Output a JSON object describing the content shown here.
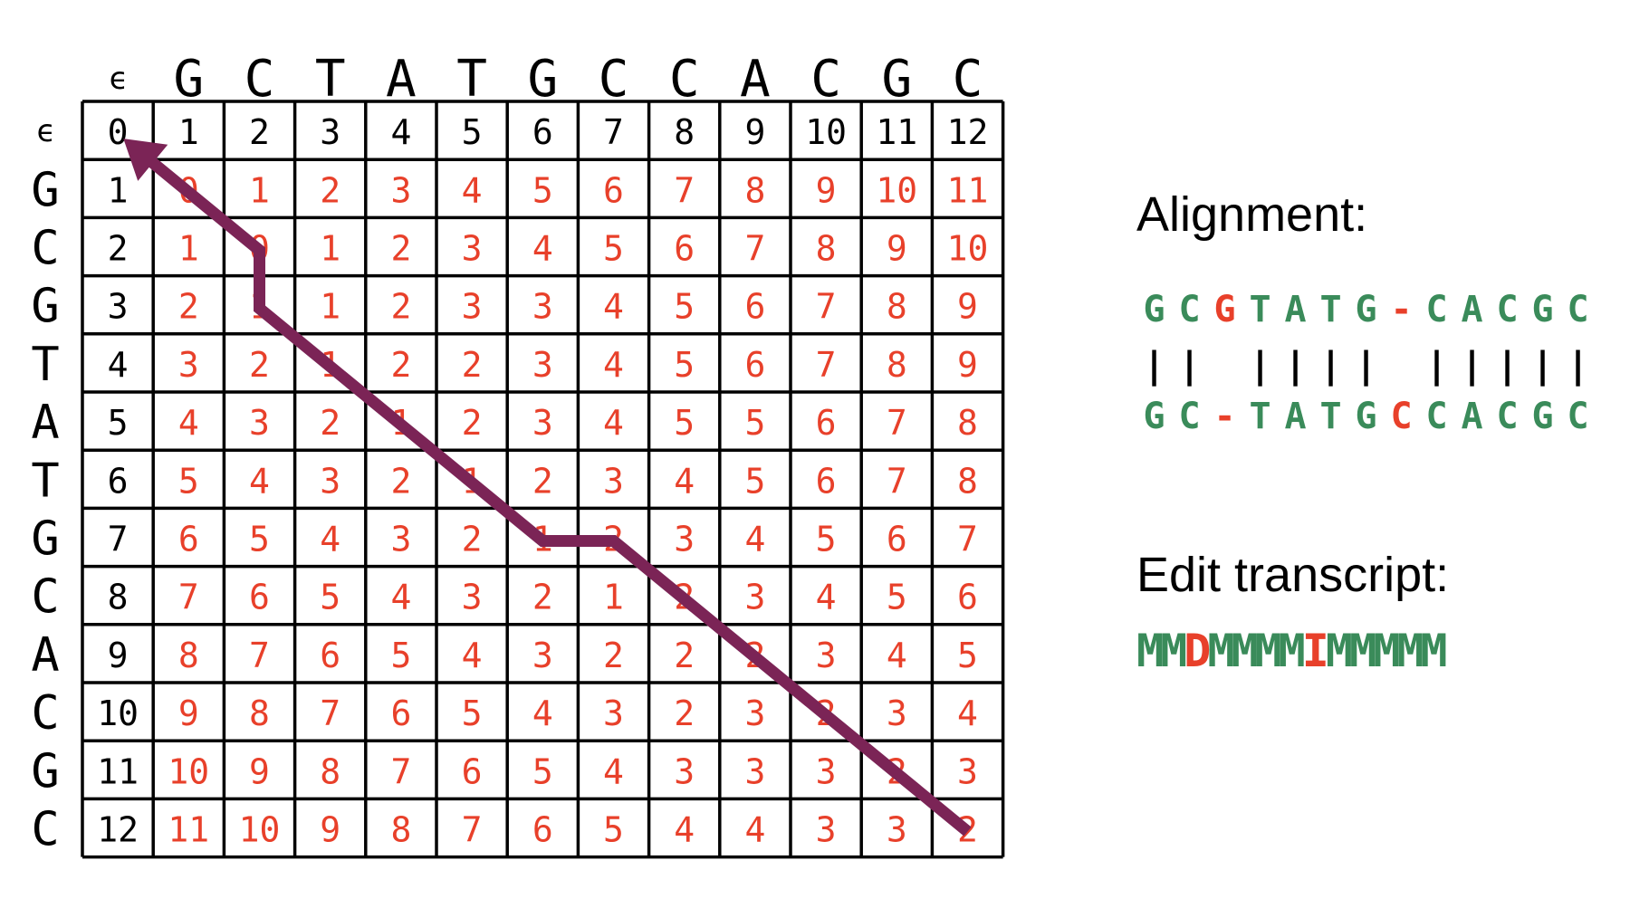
{
  "colors": {
    "grid": "#000000",
    "border_value": "#000000",
    "inner_value": "#e8402a",
    "path": "#7b2456",
    "match": "#3a8b5a",
    "mismatch": "#e8402a"
  },
  "matrix": {
    "epsilon_label": "ϵ",
    "col_chars": [
      "G",
      "C",
      "T",
      "A",
      "T",
      "G",
      "C",
      "C",
      "A",
      "C",
      "G",
      "C"
    ],
    "row_chars": [
      "G",
      "C",
      "G",
      "T",
      "A",
      "T",
      "G",
      "C",
      "A",
      "C",
      "G",
      "C"
    ],
    "values": [
      [
        0,
        1,
        2,
        3,
        4,
        5,
        6,
        7,
        8,
        9,
        10,
        11,
        12
      ],
      [
        1,
        0,
        1,
        2,
        3,
        4,
        5,
        6,
        7,
        8,
        9,
        10,
        11
      ],
      [
        2,
        1,
        0,
        1,
        2,
        3,
        4,
        5,
        6,
        7,
        8,
        9,
        10
      ],
      [
        3,
        2,
        1,
        1,
        2,
        3,
        3,
        4,
        5,
        6,
        7,
        8,
        9
      ],
      [
        4,
        3,
        2,
        1,
        2,
        2,
        3,
        4,
        5,
        6,
        7,
        8,
        9
      ],
      [
        5,
        4,
        3,
        2,
        1,
        2,
        3,
        4,
        5,
        5,
        6,
        7,
        8
      ],
      [
        6,
        5,
        4,
        3,
        2,
        1,
        2,
        3,
        4,
        5,
        6,
        7,
        8
      ],
      [
        7,
        6,
        5,
        4,
        3,
        2,
        1,
        2,
        3,
        4,
        5,
        6,
        7
      ],
      [
        8,
        7,
        6,
        5,
        4,
        3,
        2,
        1,
        2,
        3,
        4,
        5,
        6
      ],
      [
        9,
        8,
        7,
        6,
        5,
        4,
        3,
        2,
        2,
        2,
        3,
        4,
        5
      ],
      [
        10,
        9,
        8,
        7,
        6,
        5,
        4,
        3,
        2,
        3,
        2,
        3,
        4
      ],
      [
        11,
        10,
        9,
        8,
        7,
        6,
        5,
        4,
        3,
        3,
        3,
        2,
        3
      ],
      [
        12,
        11,
        10,
        9,
        8,
        7,
        6,
        5,
        4,
        4,
        3,
        3,
        2
      ]
    ],
    "traceback_path": [
      [
        12,
        12
      ],
      [
        11,
        11
      ],
      [
        10,
        10
      ],
      [
        9,
        9
      ],
      [
        8,
        8
      ],
      [
        7,
        7
      ],
      [
        7,
        6
      ],
      [
        6,
        5
      ],
      [
        5,
        4
      ],
      [
        4,
        3
      ],
      [
        3,
        2
      ],
      [
        2,
        2
      ],
      [
        1,
        1
      ],
      [
        0,
        0
      ]
    ]
  },
  "alignment": {
    "title": "Alignment:",
    "top": [
      {
        "c": "G",
        "k": "match"
      },
      {
        "c": "C",
        "k": "match"
      },
      {
        "c": "G",
        "k": "mismatch"
      },
      {
        "c": "T",
        "k": "match"
      },
      {
        "c": "A",
        "k": "match"
      },
      {
        "c": "T",
        "k": "match"
      },
      {
        "c": "G",
        "k": "match"
      },
      {
        "c": "-",
        "k": "mismatch"
      },
      {
        "c": "C",
        "k": "match"
      },
      {
        "c": "A",
        "k": "match"
      },
      {
        "c": "C",
        "k": "match"
      },
      {
        "c": "G",
        "k": "match"
      },
      {
        "c": "C",
        "k": "match"
      }
    ],
    "bars": [
      "|",
      "|",
      " ",
      "|",
      "|",
      "|",
      "|",
      " ",
      "|",
      "|",
      "|",
      "|",
      "|"
    ],
    "bottom": [
      {
        "c": "G",
        "k": "match"
      },
      {
        "c": "C",
        "k": "match"
      },
      {
        "c": "-",
        "k": "mismatch"
      },
      {
        "c": "T",
        "k": "match"
      },
      {
        "c": "A",
        "k": "match"
      },
      {
        "c": "T",
        "k": "match"
      },
      {
        "c": "G",
        "k": "match"
      },
      {
        "c": "C",
        "k": "mismatch"
      },
      {
        "c": "C",
        "k": "match"
      },
      {
        "c": "A",
        "k": "match"
      },
      {
        "c": "C",
        "k": "match"
      },
      {
        "c": "G",
        "k": "match"
      },
      {
        "c": "C",
        "k": "match"
      }
    ]
  },
  "transcript": {
    "title": "Edit transcript:",
    "ops": [
      {
        "c": "M",
        "k": "match"
      },
      {
        "c": "M",
        "k": "match"
      },
      {
        "c": "D",
        "k": "mismatch"
      },
      {
        "c": "M",
        "k": "match"
      },
      {
        "c": "M",
        "k": "match"
      },
      {
        "c": "M",
        "k": "match"
      },
      {
        "c": "M",
        "k": "match"
      },
      {
        "c": "I",
        "k": "mismatch"
      },
      {
        "c": "M",
        "k": "match"
      },
      {
        "c": "M",
        "k": "match"
      },
      {
        "c": "M",
        "k": "match"
      },
      {
        "c": "M",
        "k": "match"
      },
      {
        "c": "M",
        "k": "match"
      }
    ]
  }
}
